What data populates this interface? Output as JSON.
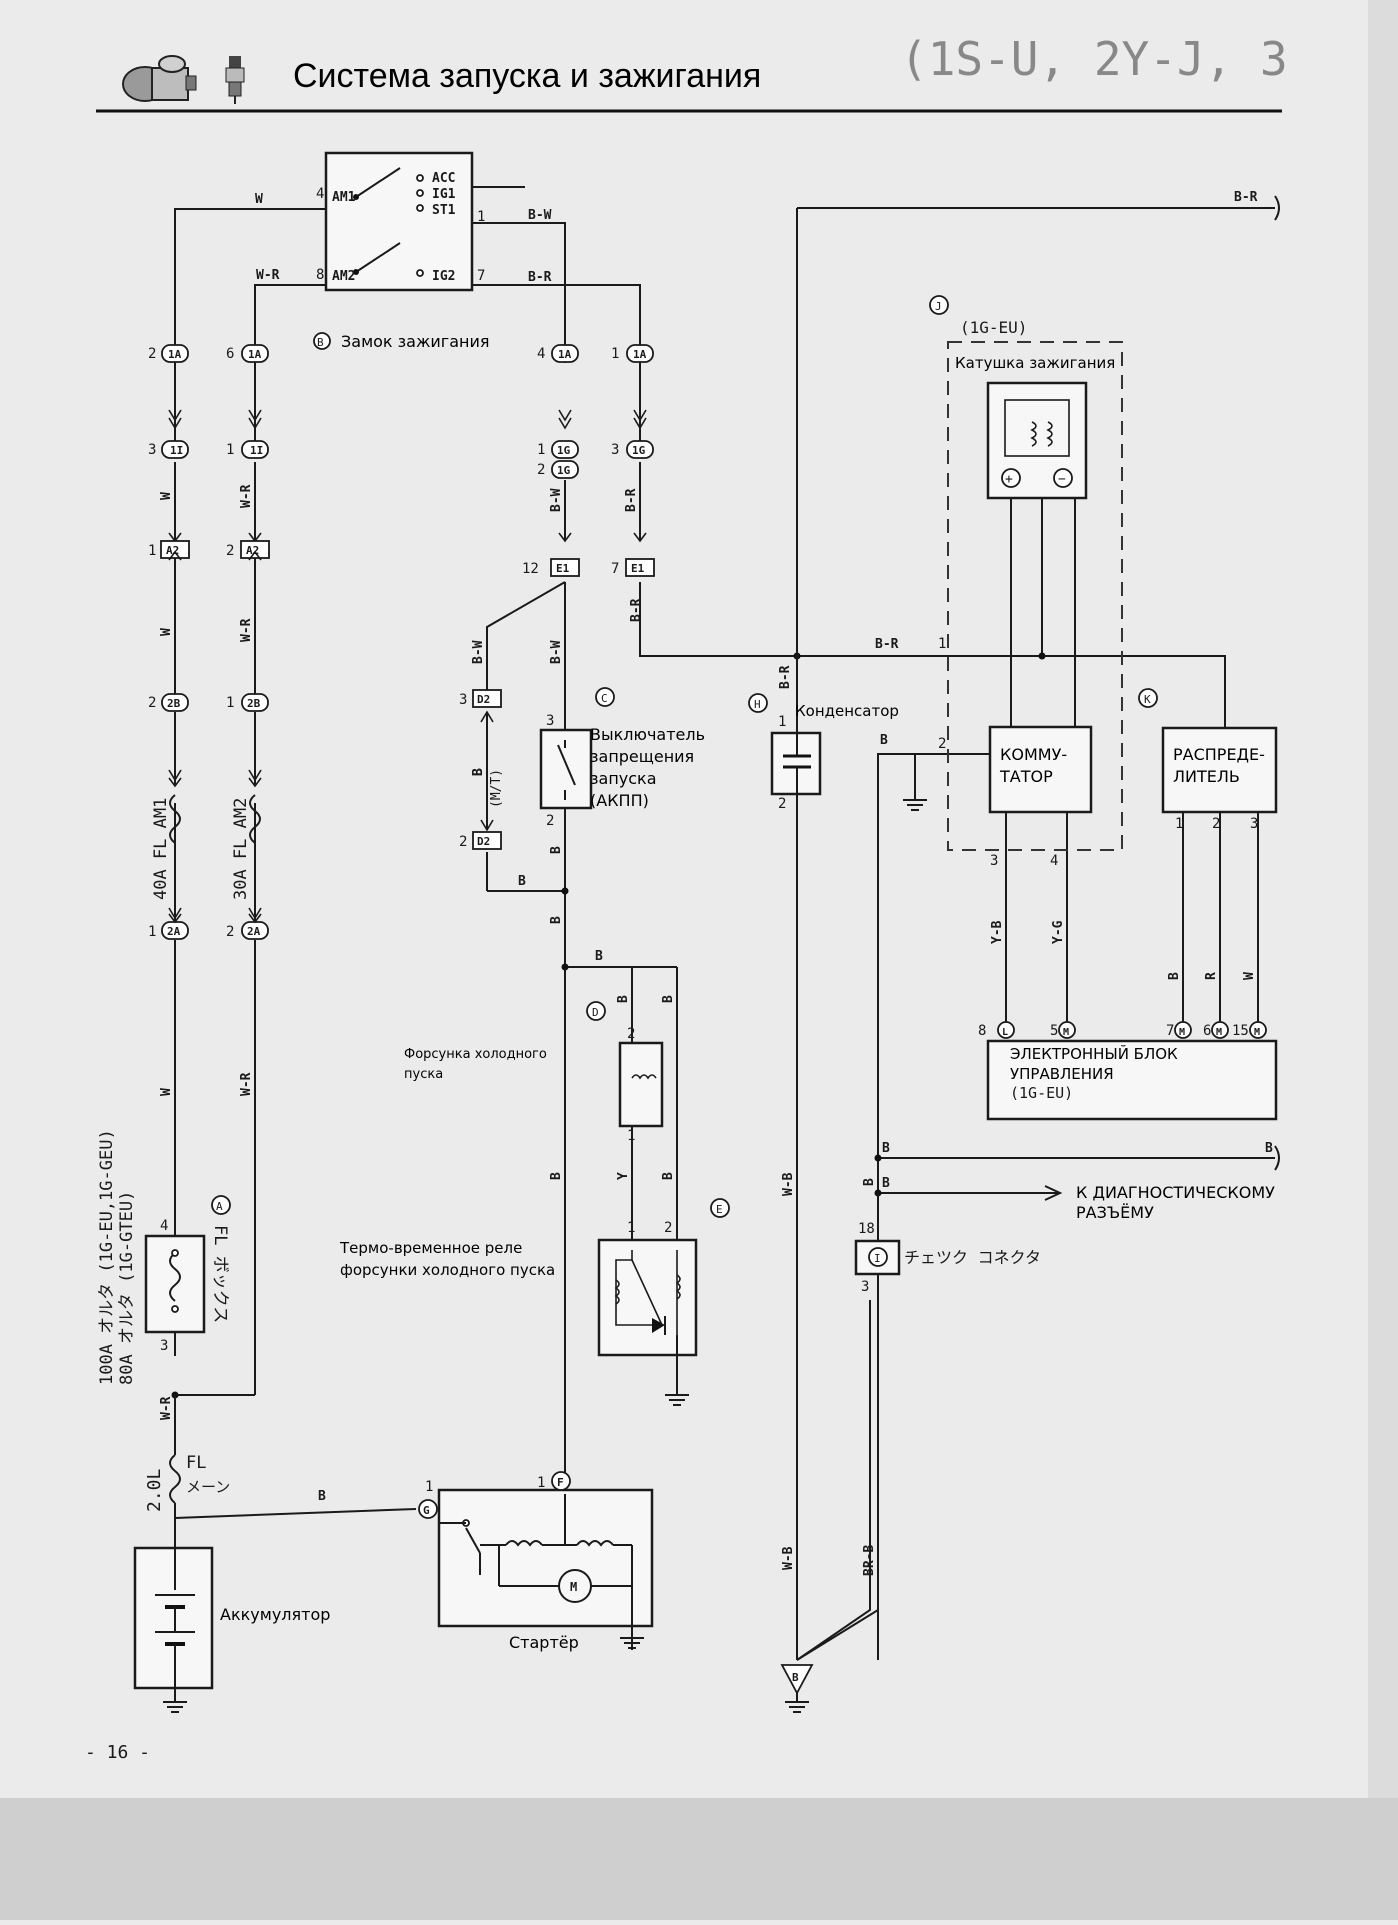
{
  "header": {
    "title": "Система запуска и зажигания",
    "faded_heading": "(1S-U, 2Y-J, 3"
  },
  "page_number": "- 16 -",
  "components": {
    "ignition_switch": {
      "letter": "B",
      "name": "Замок зажигания",
      "terminals": [
        "AM1",
        "AM2",
        "ACC",
        "IG1",
        "ST1",
        "IG2"
      ],
      "pins": [
        "4",
        "8",
        "1",
        "7"
      ]
    },
    "ignition_coil": {
      "letter": "J",
      "name": "Катушка зажигания",
      "variant": "(1G-EU)"
    },
    "neutral_switch": {
      "letter": "C",
      "name_lines": [
        "Выключатель",
        "запрещения",
        "запуска",
        "(АКПП)"
      ],
      "variant": "(M/T)"
    },
    "capacitor": {
      "letter": "H",
      "name": "Конденсатор"
    },
    "igniter": {
      "letter": "",
      "name_lines": [
        "КОММУ-",
        "ТАТОР"
      ]
    },
    "distributor": {
      "letter": "K",
      "name_lines": [
        "РАСПРЕДЕ-",
        "ЛИТЕЛЬ"
      ]
    },
    "ecu": {
      "name_lines": [
        "ЭЛЕКТРОННЫЙ БЛОК",
        "УПРАВЛЕНИЯ"
      ],
      "variant": "(1G-EU)"
    },
    "cold_start_injector": {
      "letter": "D",
      "name_lines": [
        "Форсунка холодного",
        "пуска"
      ]
    },
    "thermo_time_switch": {
      "letter": "E",
      "name_lines": [
        "Термо-временное реле",
        "форсунки холодного пуска"
      ]
    },
    "fusible_link_block": {
      "letter": "A",
      "vertical_label": "FL ボックス",
      "ratings": [
        "100A オルタ (1G-EU,1G-GEU)",
        "80A オルタ (1G-GTEU)"
      ]
    },
    "main_link": {
      "value": "2.0L",
      "label": "FL",
      "sub": "メーン"
    },
    "fuse_am1": "40A  FL AM1",
    "fuse_am2": "30A  FL AM2",
    "battery": {
      "name": "Аккумулятор"
    },
    "starter": {
      "letter": "F",
      "name": "Стартёр"
    },
    "check_connector": {
      "letter": "I",
      "name": "チェツク コネクタ"
    },
    "diagnostic_note": [
      "К ДИАГНОСТИЧЕСКОМУ",
      "РАЗЪЁМУ"
    ],
    "ground_point": "B"
  },
  "connectors": {
    "c_1A": "1A",
    "c_1I": "1I",
    "c_A2": "A2",
    "c_2B": "2B",
    "c_2A": "2A",
    "c_1G": "1G",
    "c_E1": "E1",
    "c_D2": "D2",
    "c_G": "G",
    "c_L": "L",
    "c_M": "M"
  },
  "wire_colors": {
    "W": "W",
    "WR": "W-R",
    "BW": "B-W",
    "BR": "B-R",
    "B": "B",
    "Y": "Y",
    "YB": "Y-B",
    "YG": "Y-G",
    "R": "R",
    "WB": "W-B",
    "BRB": "BR-B"
  },
  "pins": {
    "p1": "1",
    "p2": "2",
    "p3": "3",
    "p4": "4",
    "p5": "5",
    "p6": "6",
    "p7": "7",
    "p8": "8",
    "p12": "12",
    "p15": "15",
    "p18": "18"
  }
}
